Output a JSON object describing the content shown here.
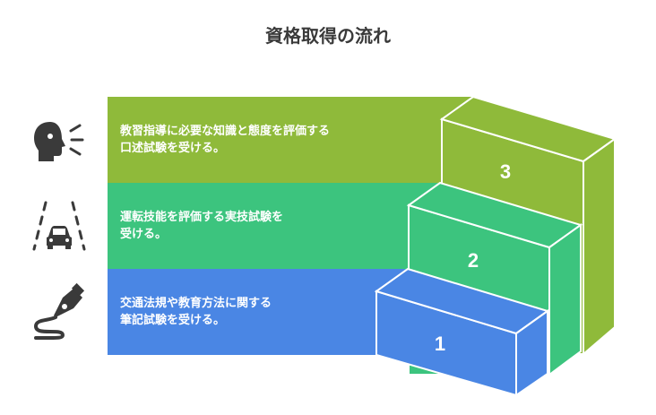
{
  "title": "資格取得の流れ",
  "steps": [
    {
      "number": "1",
      "text": "交通法規や教育方法に関する\n筆記試験を受ける。",
      "icon": "pen-path-icon",
      "color": "#4a86e4"
    },
    {
      "number": "2",
      "text": "運転技能を評価する実技試験を\n受ける。",
      "icon": "car-road-icon",
      "color": "#3cc47e"
    },
    {
      "number": "3",
      "text": "教習指導に必要な知識と態度を評価する\n口述試験を受ける。",
      "icon": "speaking-head-icon",
      "color": "#8fba3a"
    }
  ]
}
